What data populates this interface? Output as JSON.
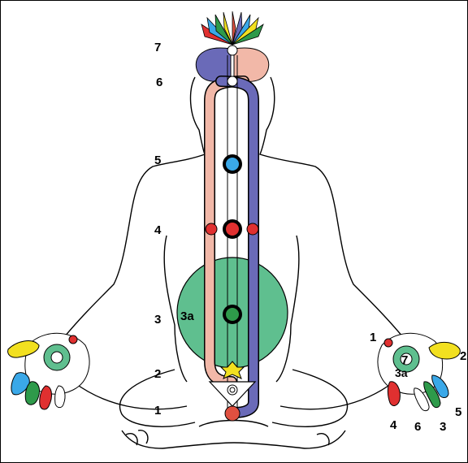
{
  "labels": {
    "spine_7": "7",
    "spine_6": "6",
    "spine_5": "5",
    "spine_4": "4",
    "spine_3": "3",
    "spine_3a": "3a",
    "spine_2": "2",
    "spine_1": "1",
    "hand_1": "1",
    "hand_2": "2",
    "hand_7": "7",
    "hand_3a": "3a",
    "hand_4": "4",
    "hand_6": "6",
    "hand_3": "3",
    "hand_5": "5"
  },
  "colors": {
    "green_disc": "#5fbf8f",
    "pink_channel": "#f2b8a8",
    "blue_channel": "#6a6ab8",
    "throat_chakra": "#3aa8e8",
    "heart_chakra": "#e03030",
    "solar_chakra": "#2e9a4a",
    "sacral_chakra": "#f2e020",
    "root_chakra": "#e05040",
    "outline": "#000000"
  }
}
